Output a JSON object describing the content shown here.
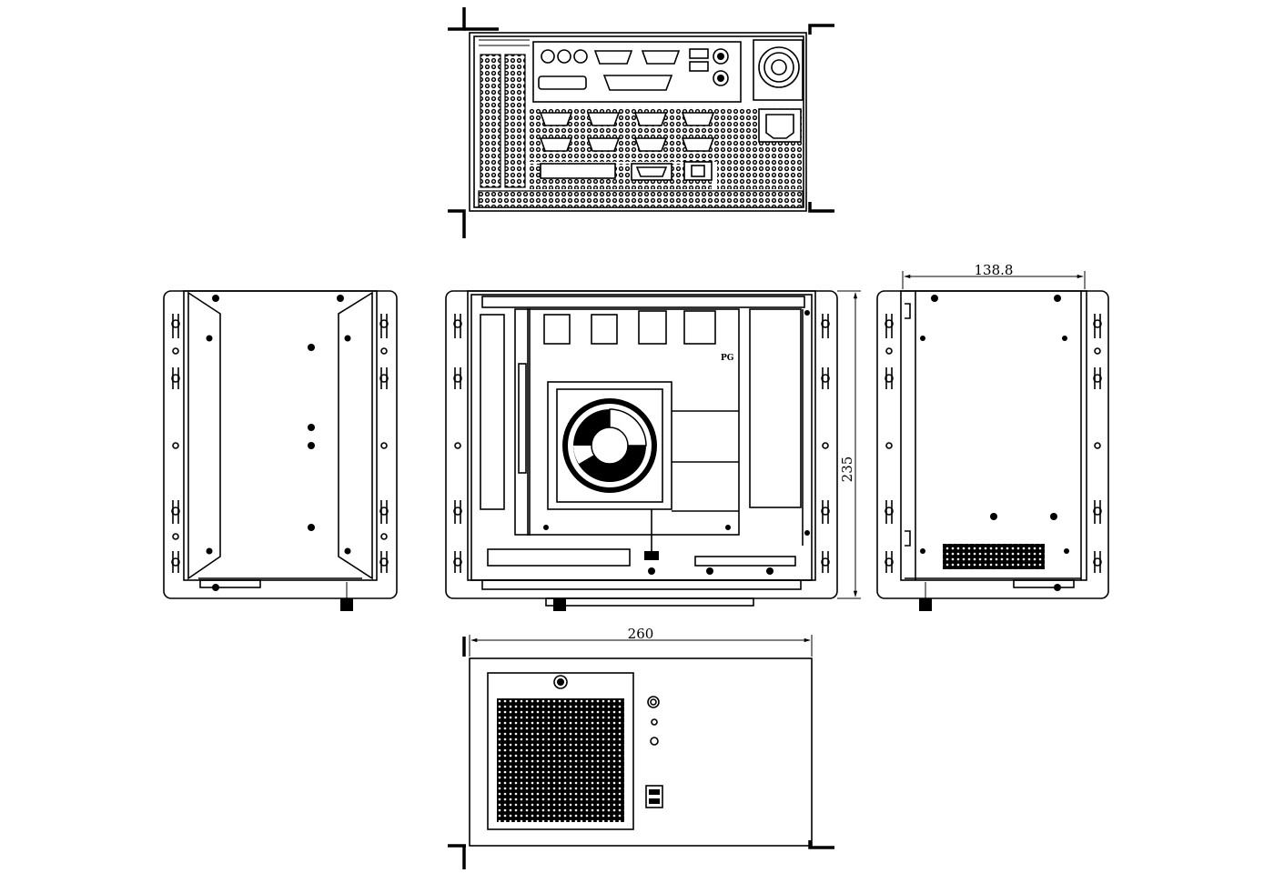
{
  "dimensions": {
    "width_label": "260",
    "height_label": "235",
    "depth_label": "138.8"
  },
  "views": [
    "rear-view",
    "left-side-view",
    "internal-top-view",
    "right-side-view",
    "front-view"
  ]
}
